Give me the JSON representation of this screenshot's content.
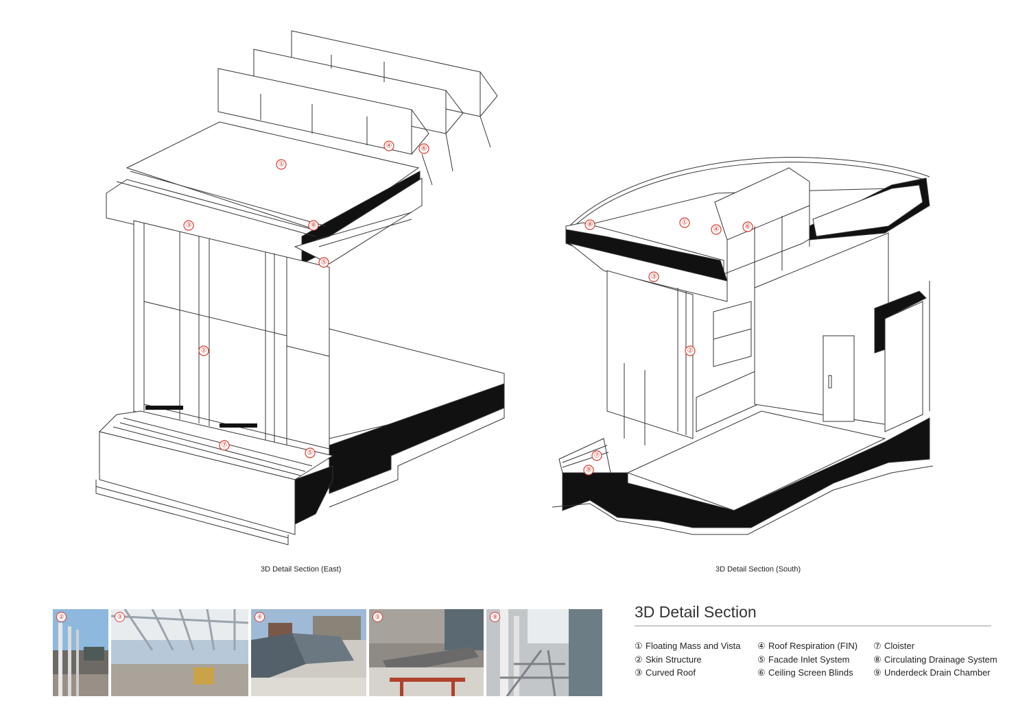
{
  "diagram_east": {
    "caption": "3D Detail Section (East)",
    "markers": [
      "①",
      "②",
      "③",
      "④",
      "⑤",
      "⑤",
      "⑥",
      "⑦",
      "⑧"
    ]
  },
  "diagram_south": {
    "caption": "3D Detail Section (South)",
    "markers": [
      "①",
      "②",
      "③",
      "④",
      "⑥",
      "⑦",
      "⑧",
      "⑨"
    ]
  },
  "photos": [
    {
      "badge": "②"
    },
    {
      "badge": "③"
    },
    {
      "badge": "④"
    },
    {
      "badge": "⑤"
    },
    {
      "badge": "⑨"
    }
  ],
  "legend": {
    "title": "3D Detail Section",
    "items": [
      {
        "num": "①",
        "label": "Floating Mass and Vista"
      },
      {
        "num": "②",
        "label": "Skin Structure"
      },
      {
        "num": "③",
        "label": "Curved Roof"
      },
      {
        "num": "④",
        "label": "Roof Respiration (FIN)"
      },
      {
        "num": "⑤",
        "label": "Facade Inlet System"
      },
      {
        "num": "⑥",
        "label": "Ceiling Screen Blinds"
      },
      {
        "num": "⑦",
        "label": "Cloister"
      },
      {
        "num": "⑧",
        "label": "Circulating Drainage System"
      },
      {
        "num": "⑨",
        "label": "Underdeck Drain Chamber"
      }
    ]
  },
  "colors": {
    "marker": "#d93a2b",
    "line": "#333333",
    "fill_dark": "#111111"
  }
}
